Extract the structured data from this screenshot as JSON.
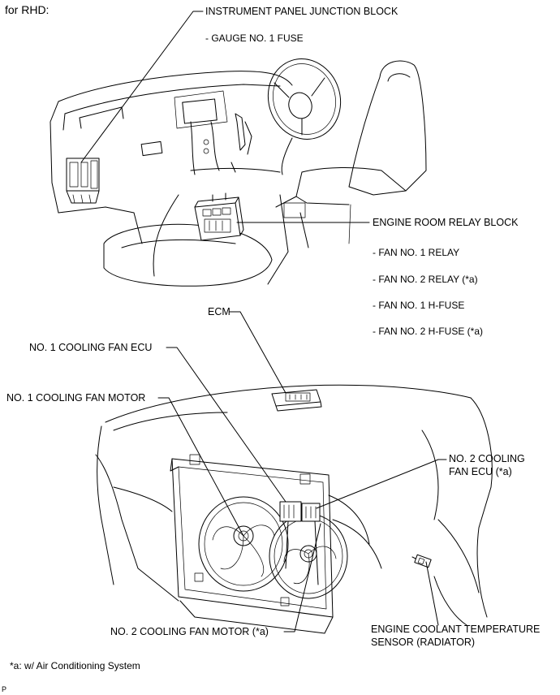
{
  "header": {
    "variant_label": "for RHD:"
  },
  "callouts": {
    "instrument_panel_jb": "INSTRUMENT PANEL JUNCTION BLOCK",
    "gauge_fuse": "- GAUGE NO. 1 FUSE",
    "engine_room_relay_block": "ENGINE ROOM RELAY BLOCK",
    "fan1_relay": "- FAN NO. 1 RELAY",
    "fan2_relay": "- FAN NO. 2 RELAY (*a)",
    "fan1_hfuse": "- FAN NO. 1 H-FUSE",
    "fan2_hfuse": "- FAN NO. 2 H-FUSE (*a)",
    "ecm": "ECM",
    "cooling_fan_ecu_1": "NO. 1 COOLING FAN ECU",
    "cooling_fan_motor_1": "NO. 1 COOLING FAN MOTOR",
    "cooling_fan_ecu_2_line1": "NO. 2 COOLING",
    "cooling_fan_ecu_2_line2": "FAN ECU (*a)",
    "cooling_fan_motor_2": "NO. 2 COOLING FAN MOTOR (*a)",
    "coolant_sensor_line1": "ENGINE COOLANT TEMPERATURE",
    "coolant_sensor_line2": "SENSOR (RADIATOR)"
  },
  "footnote": {
    "text": "*a: w/ Air Conditioning System"
  },
  "corner_mark": "P"
}
